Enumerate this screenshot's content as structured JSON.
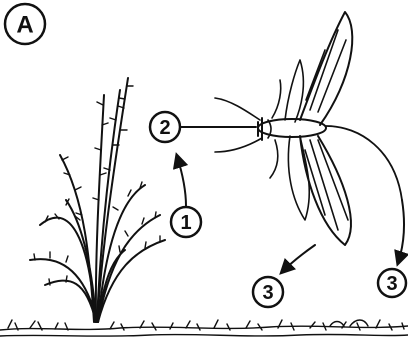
{
  "panel_label": "A",
  "callouts": [
    {
      "id": "callout-1",
      "text": "1"
    },
    {
      "id": "callout-2",
      "text": "2"
    },
    {
      "id": "callout-3a",
      "text": "3"
    },
    {
      "id": "callout-3b",
      "text": "3"
    }
  ],
  "colors": {
    "ink": "#111111",
    "background": "#ffffff"
  },
  "icons": [
    "grass-clump-drawing",
    "winged-insect-drawing",
    "ground-strip"
  ]
}
